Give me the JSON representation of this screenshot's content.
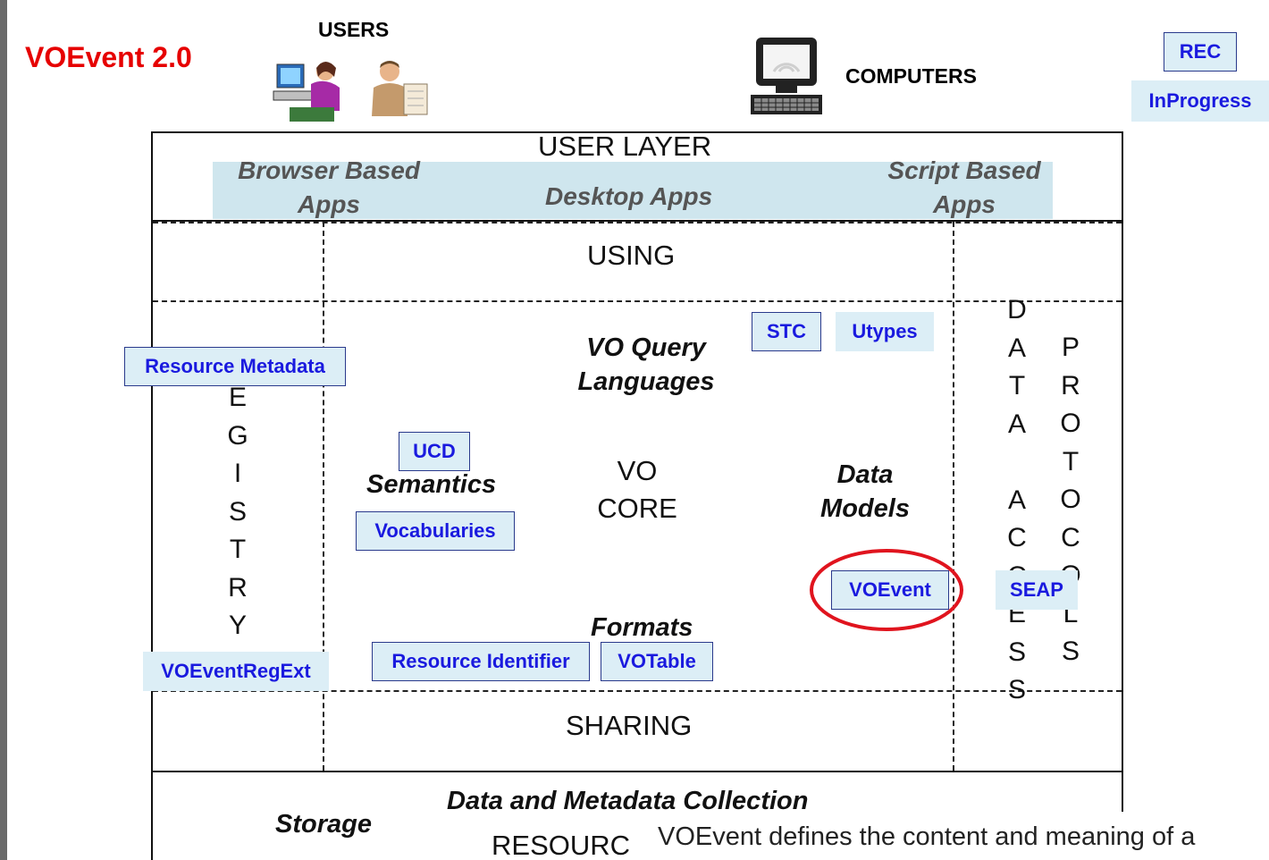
{
  "title": "VOEvent 2.0",
  "users_label": "USERS",
  "computers_label": "COMPUTERS",
  "legend": {
    "rec": "REC",
    "inprogress": "InProgress"
  },
  "user_layer": {
    "title": "USER LAYER",
    "browser_apps": [
      "Browser Based",
      "Apps"
    ],
    "desktop_apps": "Desktop Apps",
    "script_apps": [
      "Script Based",
      "Apps"
    ]
  },
  "using_label": "USING",
  "sharing_label": "SHARING",
  "core": {
    "query": [
      "VO Query",
      "Languages"
    ],
    "semantics": "Semantics",
    "vo_core": [
      "VO",
      "CORE"
    ],
    "data_models": [
      "Data",
      "Models"
    ],
    "formats": "Formats"
  },
  "registry_letters": [
    "E",
    "G",
    "I",
    "S",
    "T",
    "R",
    "Y"
  ],
  "data_access_letters": [
    "D",
    "A",
    "T",
    "A",
    "",
    "A",
    "C",
    "C",
    "E",
    "S",
    "S"
  ],
  "protocols_letters": [
    "P",
    "R",
    "O",
    "T",
    "O",
    "C",
    "O",
    "L",
    "S"
  ],
  "boxes": {
    "resource_metadata": "Resource Metadata",
    "stc": "STC",
    "utypes": "Utypes",
    "ucd": "UCD",
    "vocabularies": "Vocabularies",
    "voevent": "VOEvent",
    "seap": "SEAP",
    "voeventregext": "VOEventRegExt",
    "resource_identifier": "Resource Identifier",
    "votable": "VOTable"
  },
  "resource_layer": {
    "storage": "Storage",
    "collection": "Data and Metadata Collection",
    "resource": "RESOURC"
  },
  "tooltip": "VOEvent defines the content and meaning of a",
  "colors": {
    "title": "#e60000",
    "box_text": "#1a1adf",
    "box_fill": "#dceef6",
    "highlight_ring": "#e0141e"
  }
}
